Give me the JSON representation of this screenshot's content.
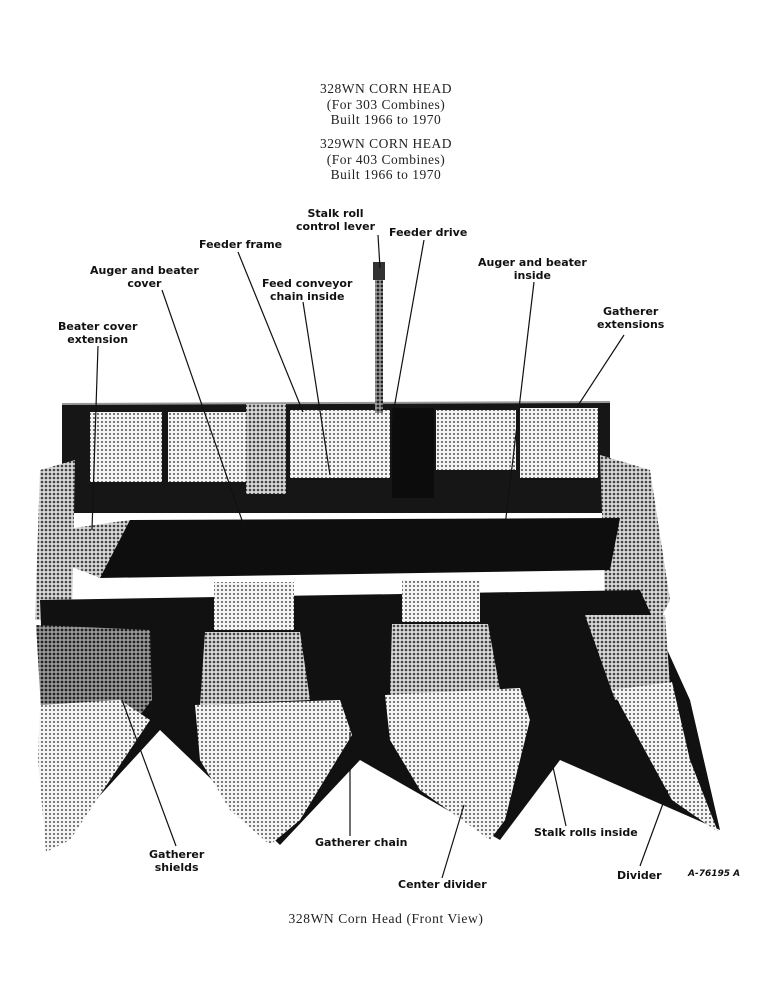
{
  "header": {
    "model_a": {
      "line1": "328WN CORN HEAD",
      "line2": "(For 303 Combines)",
      "line3": "Built 1966 to 1970"
    },
    "model_b": {
      "line1": "329WN CORN HEAD",
      "line2": "(For 403 Combines)",
      "line3": "Built 1966 to 1970"
    }
  },
  "callouts": {
    "stalk_roll_control_lever": {
      "line1": "Stalk roll",
      "line2": "control lever"
    },
    "feeder_drive": {
      "line1": "Feeder drive"
    },
    "feeder_frame": {
      "line1": "Feeder frame"
    },
    "auger_beater_cover": {
      "line1": "Auger and beater",
      "line2": "cover"
    },
    "feed_conveyor_chain": {
      "line1": "Feed conveyor",
      "line2": "chain inside"
    },
    "auger_beater_inside": {
      "line1": "Auger and beater",
      "line2": "inside"
    },
    "gatherer_extensions": {
      "line1": "Gatherer",
      "line2": "extensions"
    },
    "beater_cover_extension": {
      "line1": "Beater cover",
      "line2": "extension"
    },
    "gatherer_shields": {
      "line1": "Gatherer",
      "line2": "shields"
    },
    "gatherer_chain": {
      "line1": "Gatherer chain"
    },
    "center_divider": {
      "line1": "Center divider"
    },
    "stalk_rolls_inside": {
      "line1": "Stalk rolls inside"
    },
    "divider": {
      "line1": "Divider"
    }
  },
  "figure_id": "A-76195 A",
  "caption": "328WN Corn Head (Front View)"
}
